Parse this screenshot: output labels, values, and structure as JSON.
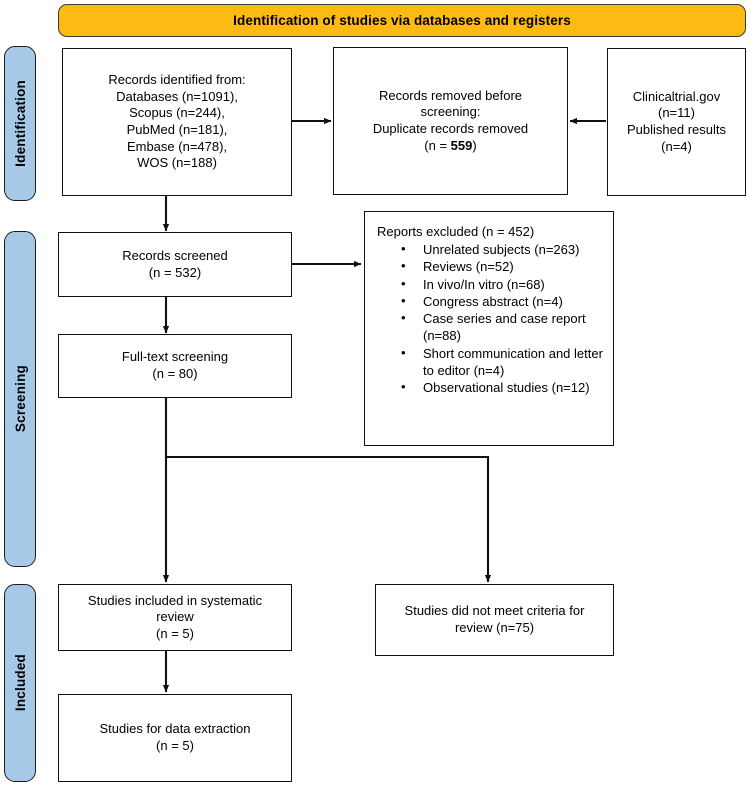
{
  "banner": {
    "title": "Identification of studies via databases and registers",
    "color": "#FCBA12"
  },
  "phases": [
    {
      "id": "identification",
      "label": "Identification",
      "color": "#A6C9E8"
    },
    {
      "id": "screening",
      "label": "Screening",
      "color": "#A6C9E8"
    },
    {
      "id": "included",
      "label": "Included",
      "color": "#A6C9E8"
    }
  ],
  "nodes": {
    "records_identified": {
      "lines": [
        "Records identified from:",
        "Databases (n=1091),",
        "Scopus (n=244),",
        "PubMed (n=181),",
        "Embase (n=478),",
        "WOS (n=188)"
      ]
    },
    "records_removed": {
      "line1": "Records removed before",
      "line2": "screening:",
      "line3": "Duplicate records removed",
      "line4_prefix": "(n = ",
      "line4_value": "559",
      "line4_suffix": ")"
    },
    "registers": {
      "lines": [
        "Clinicaltrial.gov",
        "(n=11)",
        "Published results",
        "(n=4)"
      ]
    },
    "records_screened": {
      "lines": [
        "Records screened",
        "(n = 532)"
      ]
    },
    "fulltext_screening": {
      "lines": [
        "Full-text screening",
        "(n = 80)"
      ]
    },
    "reports_excluded": {
      "heading": "Reports excluded (n = 452)",
      "items": [
        "Unrelated subjects (n=263)",
        "Reviews (n=52)",
        "In vivo/In vitro (n=68)",
        "Congress abstract (n=4)",
        "Case series and case report (n=88)",
        "Short communication and letter to editor (n=4)",
        "Observational studies (n=12)"
      ]
    },
    "studies_included": {
      "lines": [
        "Studies included in systematic",
        "review",
        "(n = 5)"
      ]
    },
    "studies_not_meeting": {
      "lines": [
        "Studies did not meet criteria for",
        "review (n=75)"
      ]
    },
    "studies_data_extraction": {
      "lines": [
        "Studies for data extraction",
        "(n = 5)"
      ]
    }
  }
}
